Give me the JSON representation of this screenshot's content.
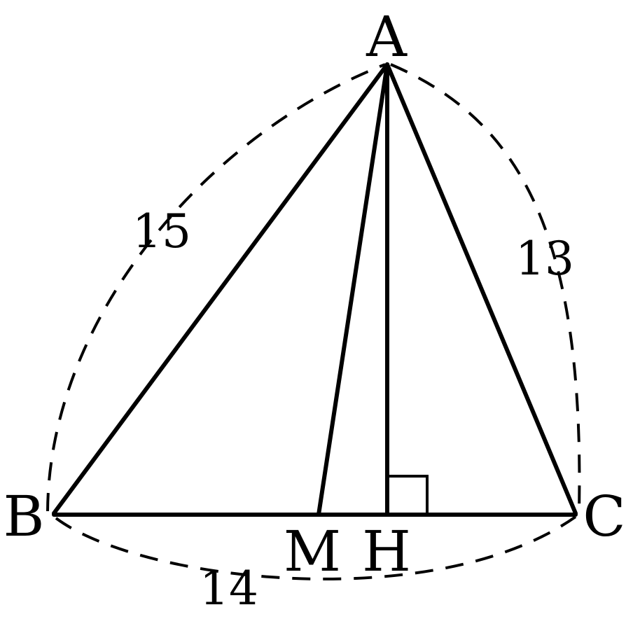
{
  "figure": {
    "points": {
      "A": "A",
      "B": "B",
      "C": "C",
      "M": "M",
      "H": "H"
    },
    "lengths": {
      "AB": "15",
      "AC": "13",
      "BC": "14"
    },
    "right_angle_at": "H"
  }
}
